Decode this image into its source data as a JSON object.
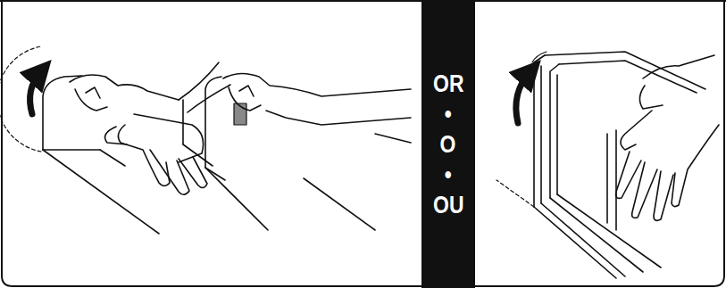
{
  "diagram": {
    "nodes": [
      {
        "text": [
          "OR",
          "•",
          "O",
          "•",
          "OU"
        ]
      }
    ]
  }
}
